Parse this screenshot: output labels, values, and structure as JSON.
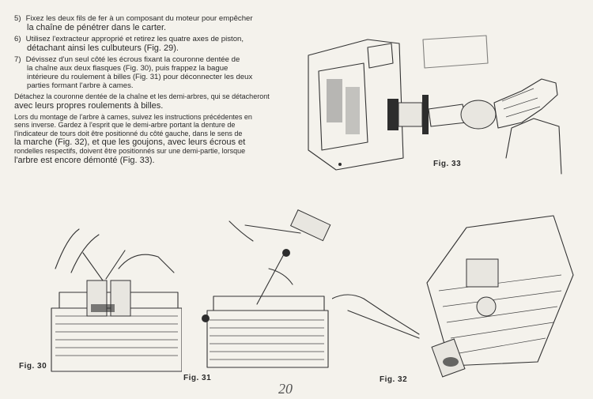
{
  "steps": [
    {
      "num": "5)",
      "line1": "Fixez les deux fils de fer à un composant du moteur pour empêcher",
      "line2": "la chaîne de pénétrer dans le carter."
    },
    {
      "num": "6)",
      "line1": "Utilisez l'extracteur approprié et retirez les quatre axes de piston,",
      "line2": "détachant ainsi les culbuteurs (Fig. 29)."
    },
    {
      "num": "7)",
      "line1": "Dévissez d'un seul côté les écrous fixant la couronne dentée de",
      "line2": "la chaîne aux deux flasques (Fig. 30), puis frappez la bague",
      "line3": "intérieure du roulement à billes (Fig. 31) pour déconnecter les deux",
      "line4": "parties formant l'arbre à cames."
    }
  ],
  "notes": {
    "n1a": "Détachez la couronne dentée de la chaîne et les demi-arbres, qui se détacheront",
    "n1b": "avec leurs propres roulements à billes.",
    "n2a": "Lors du montage de l'arbre à cames, suivez les instructions précédentes en",
    "n2b": "sens inverse. Gardez à l'esprit que le demi-arbre portant la denture de",
    "n2c": "l'indicateur de tours doit être positionné du côté gauche, dans le sens de",
    "n2d": "la marche (Fig. 32), et que les goujons, avec leurs écrous et",
    "n2e": "rondelles respectifs, doivent être positionnés sur une demi-partie, lorsque",
    "n2f": "l'arbre est encore démonté (Fig. 33)."
  },
  "figures": {
    "fig30": "Fig. 30",
    "fig31": "Fig. 31",
    "fig32": "Fig. 32",
    "fig33": "Fig. 33"
  },
  "page_number": "20"
}
